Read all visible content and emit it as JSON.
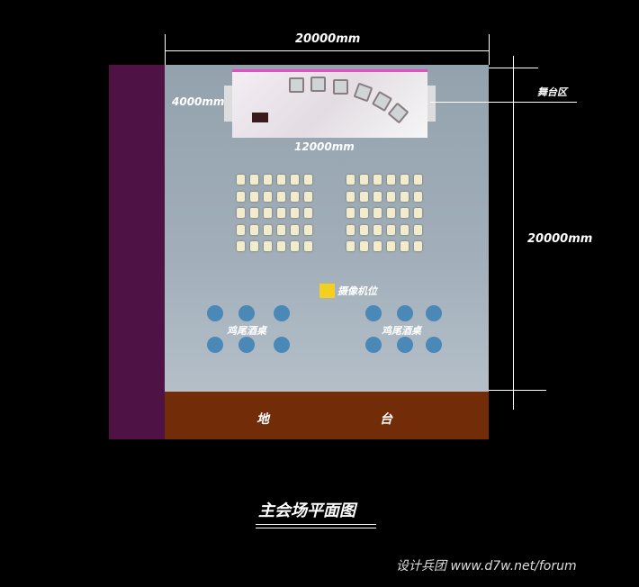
{
  "dimensions": {
    "top_width": "20000mm",
    "right_depth": "20000mm",
    "stage_depth": "4000mm",
    "stage_width": "12000mm"
  },
  "labels": {
    "stage_area": "舞台区",
    "camera_position": "摄像机位",
    "cocktail_tables_left": "鸡尾酒桌",
    "cocktail_tables_right": "鸡尾酒桌",
    "ground_stage_left": "地",
    "ground_stage_right": "台"
  },
  "title": "主会场平面图",
  "footer": "设计兵团 www.d7w.net/forum",
  "seating": {
    "blocks": 2,
    "rows": 5,
    "columns": 6
  },
  "colors": {
    "camera": "#f2d020",
    "table": "#4a88b8",
    "ground_stage": "#722d08",
    "side_strip": "#4f1244",
    "stage_light": "#e050c0"
  }
}
